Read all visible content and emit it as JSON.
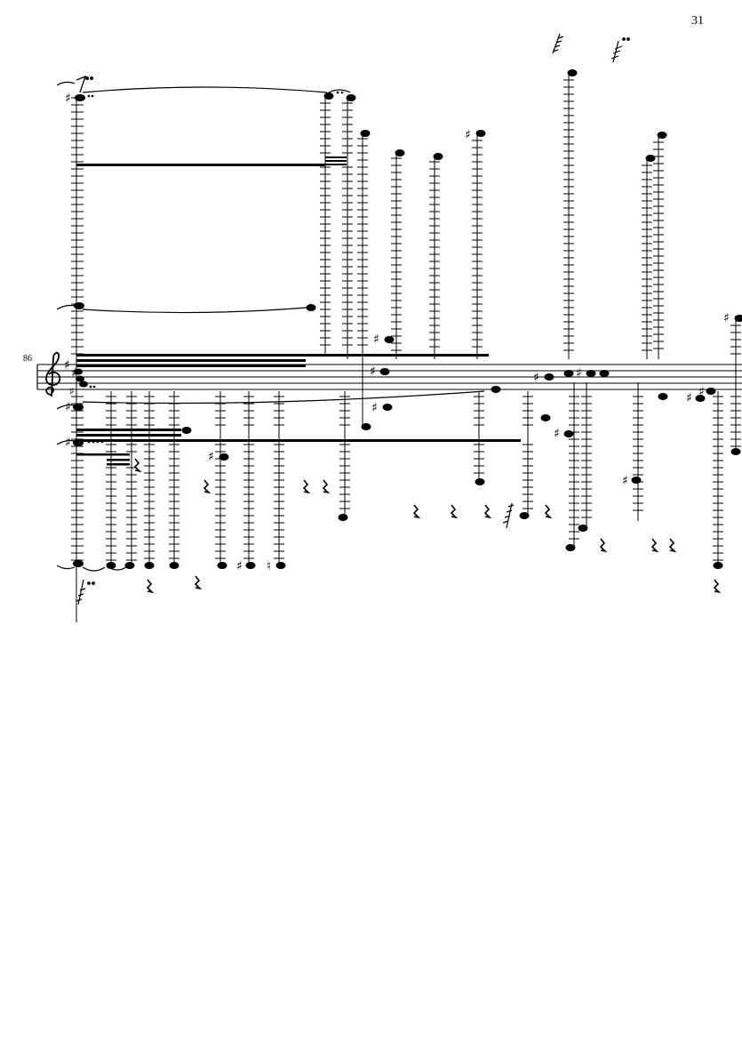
{
  "page": {
    "page_number": "31",
    "measure_number": "86"
  },
  "score": {
    "clef": "treble",
    "key_signature": [
      "F#",
      "C#"
    ],
    "icons": [
      "treble-clef-icon",
      "sharp-icon",
      "rest-icon",
      "tie-icon",
      "beam-icon"
    ]
  }
}
